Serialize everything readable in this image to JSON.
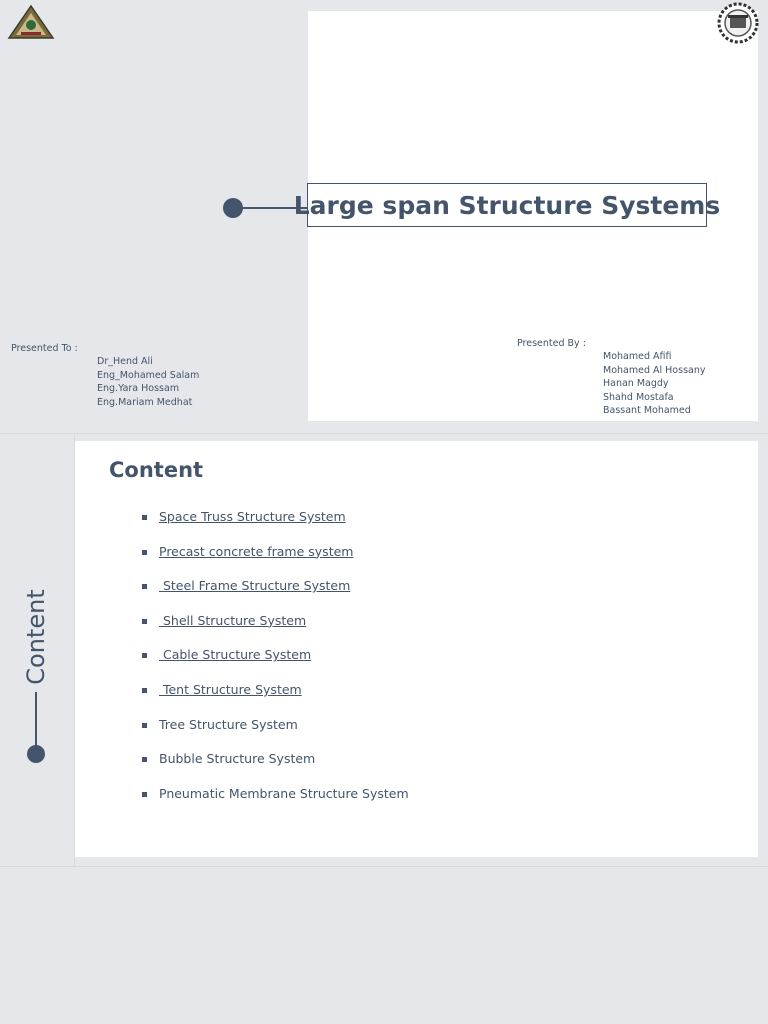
{
  "title_slide": {
    "title": "Large span Structure Systems",
    "presented_to_label": "Presented To :",
    "presented_to": [
      "Dr_Hend Ali",
      "Eng_Mohamed Salam",
      "Eng.Yara Hossam",
      "Eng.Mariam Medhat"
    ],
    "presented_by_label": "Presented By :",
    "presented_by": [
      "Mohamed Afifi",
      "Mohamed Al Hossany",
      "Hanan Magdy",
      "Shahd Mostafa",
      "Bassant Mohamed"
    ],
    "left_logo_icon": "university-triangle-emblem",
    "right_logo_icon": "gear-seal-emblem"
  },
  "content_slide": {
    "side_title": "Content",
    "heading": "Content",
    "items": [
      {
        "label": "Space Truss Structure System",
        "linked": true
      },
      {
        "label": "Precast concrete frame system",
        "linked": true
      },
      {
        "label": " Steel Frame Structure System",
        "linked": true
      },
      {
        "label": " Shell Structure System",
        "linked": true
      },
      {
        "label": " Cable Structure System",
        "linked": true
      },
      {
        "label": " Tent Structure System",
        "linked": true
      },
      {
        "label": "Tree Structure System",
        "linked": false
      },
      {
        "label": "Bubble Structure System",
        "linked": false
      },
      {
        "label": "Pneumatic Membrane Structure System",
        "linked": false
      }
    ]
  },
  "colors": {
    "text": "#44546a",
    "background": "#e6e7eb",
    "panel": "#ffffff"
  }
}
